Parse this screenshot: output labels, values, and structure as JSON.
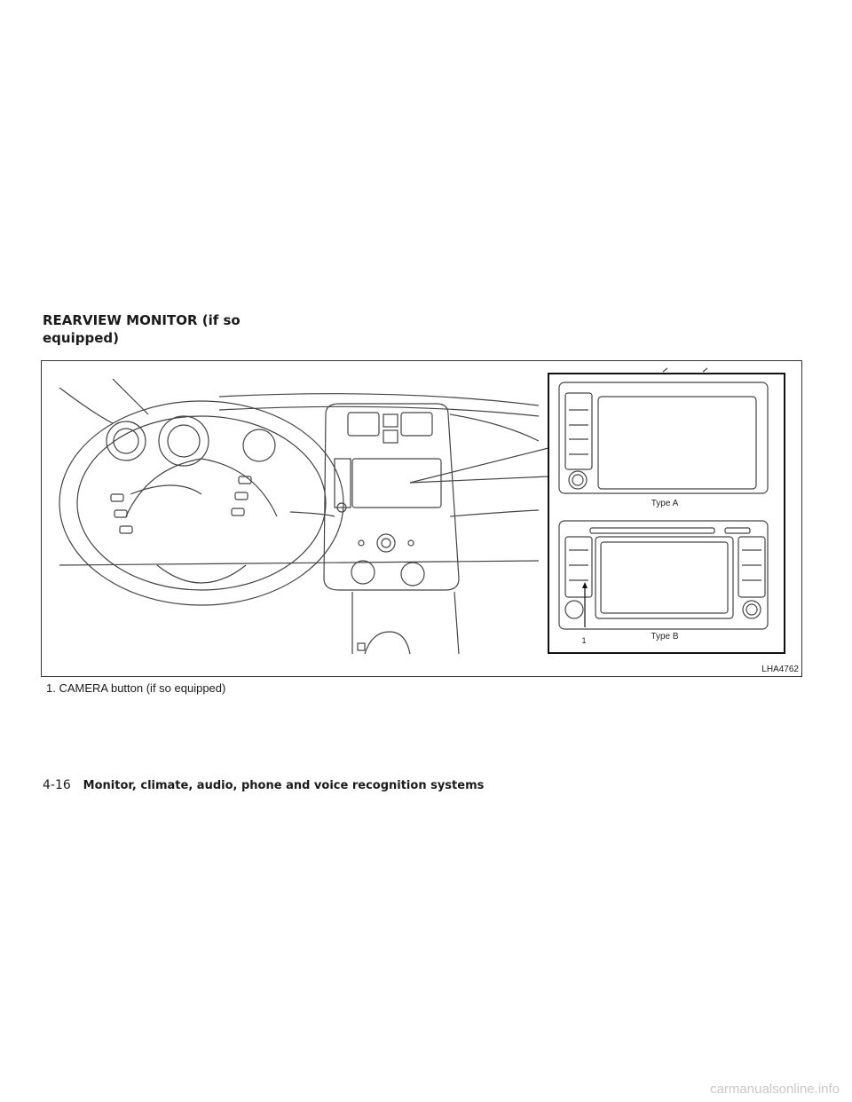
{
  "section": {
    "title": "REARVIEW MONITOR (if so equipped)"
  },
  "figure": {
    "code": "LHA4762",
    "type_a_label": "Type A",
    "type_b_label": "Type B",
    "callout_number": "1"
  },
  "caption": {
    "text": "1.  CAMERA button (if so equipped)"
  },
  "footer": {
    "page_number": "4-16",
    "chapter_title": "Monitor, climate, audio, phone and voice recognition systems"
  },
  "watermark": {
    "text": "carmanualsonline.info"
  }
}
